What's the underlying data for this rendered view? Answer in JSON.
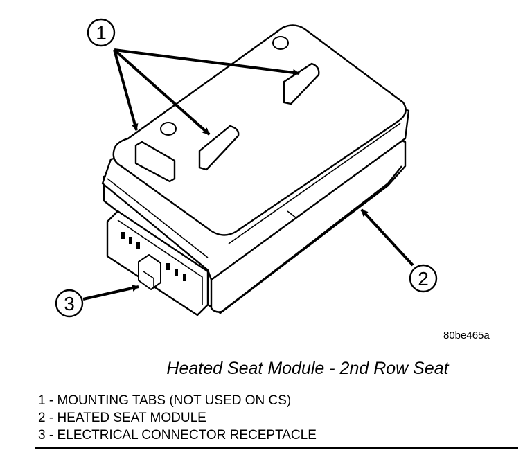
{
  "callouts": [
    {
      "number": "1"
    },
    {
      "number": "2"
    },
    {
      "number": "3"
    }
  ],
  "figure_id": "80be465a",
  "caption": "Heated Seat Module - 2nd Row Seat",
  "legend": [
    {
      "text": "1 - MOUNTING TABS (NOT USED ON CS)"
    },
    {
      "text": "2 - HEATED SEAT MODULE"
    },
    {
      "text": "3 - ELECTRICAL CONNECTOR RECEPTACLE"
    }
  ]
}
